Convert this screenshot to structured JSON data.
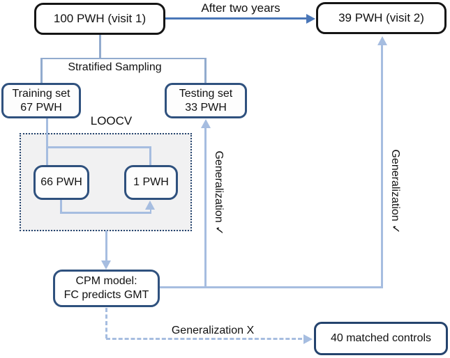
{
  "nodes": {
    "visit1": {
      "label": "100 PWH (visit 1)"
    },
    "visit2": {
      "label": "39 PWH (visit 2)"
    },
    "training_set": {
      "line1": "Training set",
      "line2": "67 PWH"
    },
    "testing_set": {
      "line1": "Testing set",
      "line2": "33 PWH"
    },
    "loocv_train": {
      "label": "66 PWH"
    },
    "loocv_holdout": {
      "label": "1 PWH"
    },
    "cpm_model": {
      "line1": "CPM model:",
      "line2": "FC predicts GMT"
    },
    "matched_controls": {
      "label": "40 matched controls"
    }
  },
  "edge_labels": {
    "after_two_years": "After two years",
    "stratified_sampling": "Stratified Sampling",
    "loocv": "LOOCV",
    "generalization_testing": "Generalization ✓",
    "generalization_visit2": "Generalization ✓",
    "generalization_controls": "Generalization X"
  },
  "colors": {
    "black_box_border": "#151515",
    "navy_box_border": "#2f517e",
    "dotted_box_border": "#24436d",
    "loocv_fill": "#f1f1f2",
    "connector_tree": "#92abce",
    "connector_arrow": "#a6bde0",
    "timeline_arrow": "#4a77b8",
    "text": "#111111"
  }
}
